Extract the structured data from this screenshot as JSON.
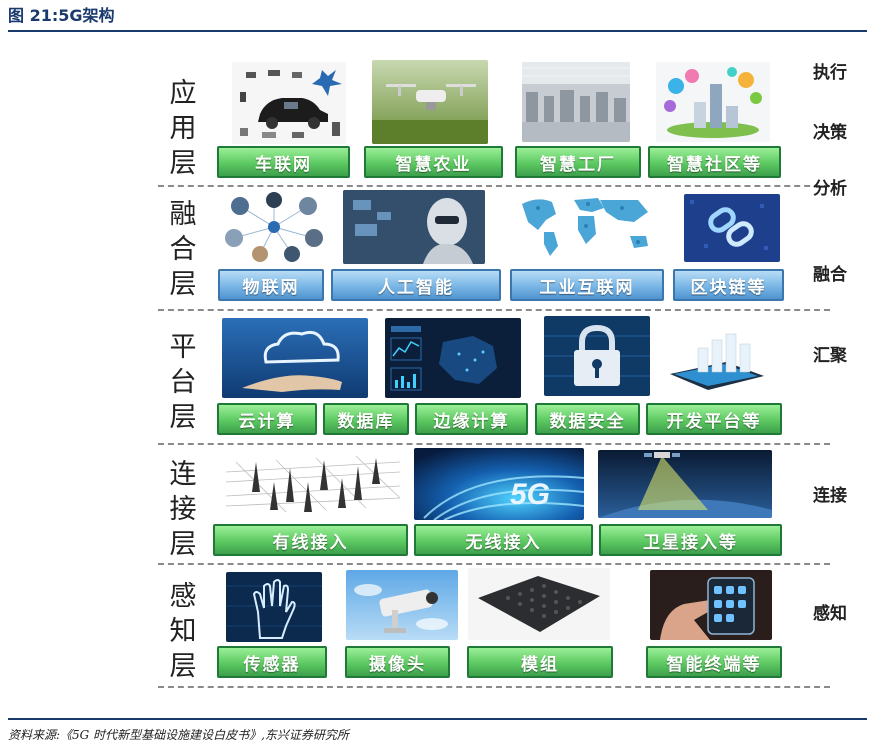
{
  "figure_title": "图 21:5G架构",
  "source_note": "资料来源:《5G 时代新型基础设施建设白皮书》,东兴证券研究所",
  "colors": {
    "rule": "#1a3a6e",
    "tag_green": "#5dc962",
    "tag_blue": "#79b6e6",
    "dash": "#8a8a8a"
  },
  "layers": [
    {
      "name_chars": [
        "应",
        "用",
        "层"
      ],
      "tags": [
        "车联网",
        "智慧农业",
        "智慧工厂",
        "智慧社区等"
      ],
      "images": [
        "connected-car-illustration",
        "agricultural-drone-photo",
        "smart-factory-photo",
        "smart-community-illustration"
      ]
    },
    {
      "name_chars": [
        "融",
        "合",
        "层"
      ],
      "tags": [
        "物联网",
        "人工智能",
        "工业互联网",
        "区块链等"
      ],
      "images": [
        "iot-devices-illustration",
        "ai-robot-photo",
        "world-network-map",
        "blockchain-chain-graphic"
      ]
    },
    {
      "name_chars": [
        "平",
        "台",
        "层"
      ],
      "tags": [
        "云计算",
        "数据库",
        "边缘计算",
        "数据安全",
        "开发平台等"
      ],
      "images": [
        "cloud-on-hand-graphic",
        "data-dashboard-graphic",
        "security-lock-graphic",
        "platform-tablet-graphic"
      ]
    },
    {
      "name_chars": [
        "连",
        "接",
        "层"
      ],
      "tags": [
        "有线接入",
        "无线接入",
        "卫星接入等"
      ],
      "images": [
        "transmission-towers-graphic",
        "5g-logo-graphic",
        "satellite-beam-graphic"
      ]
    },
    {
      "name_chars": [
        "感",
        "知",
        "层"
      ],
      "tags": [
        "传感器",
        "摄像头",
        "模组",
        "智能终端等"
      ],
      "images": [
        "hand-scan-sensor-photo",
        "cctv-camera-photo",
        "chip-module-photo",
        "smart-terminal-photo"
      ]
    }
  ],
  "right_labels": [
    "执行",
    "决策",
    "分析",
    "融合",
    "汇聚",
    "连接",
    "感知"
  ],
  "image_texts": {
    "five_g": "5G"
  }
}
